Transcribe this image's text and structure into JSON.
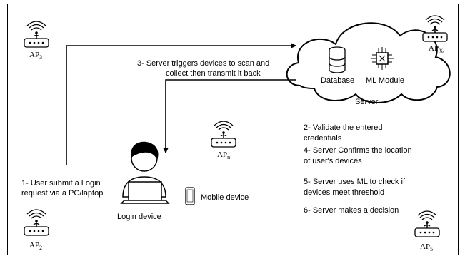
{
  "access_points": [
    {
      "id": "ap3",
      "base": "AP",
      "sub": "3"
    },
    {
      "id": "ap2",
      "base": "AP",
      "sub": "2"
    },
    {
      "id": "apn",
      "base": "AP",
      "sub": "n"
    },
    {
      "id": "ap5",
      "base": "AP",
      "sub": "5"
    },
    {
      "id": "ap6",
      "base": "AP",
      "sub": "%"
    }
  ],
  "cloud": {
    "database_label": "Database",
    "ml_label": "ML Module",
    "server_label": "Server"
  },
  "devices": {
    "login_label": "Login device",
    "mobile_label": "Mobile device"
  },
  "steps": {
    "step1": [
      "1- User submit a Login",
      "request via a PC/laptop"
    ],
    "step2": [
      "2- Validate the entered",
      "credentials"
    ],
    "step3": [
      "3- Server triggers devices to scan and",
      "collect then transmit it back"
    ],
    "step4": [
      "4- Server Confirms the location",
      "of user's devices"
    ],
    "step5": [
      "5- Server uses ML to check if",
      "devices meet threshold"
    ],
    "step6": [
      "6- Server makes a decision"
    ]
  }
}
